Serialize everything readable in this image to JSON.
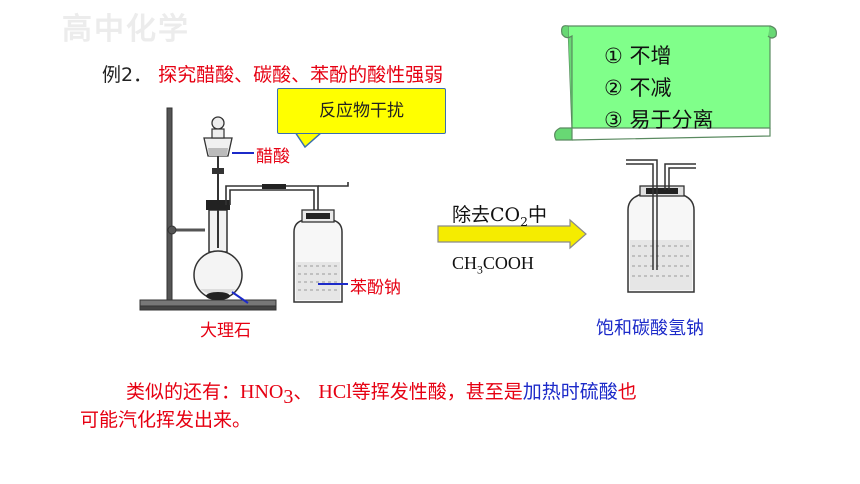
{
  "watermark": "高中化学",
  "example": {
    "number": "例2．",
    "title": "探究醋酸、碳酸、苯酚的酸性强弱"
  },
  "callout": {
    "text": "反应物干扰"
  },
  "scroll": {
    "line1": "① 不增",
    "line2": "② 不减",
    "line3": "③ 易于分离"
  },
  "apparatus": {
    "acetic_acid": "醋酸",
    "marble": "大理石",
    "phenolate": "苯酚钠"
  },
  "arrow": {
    "top_prefix": "除去CO",
    "top_sub": "2",
    "top_suffix": "中",
    "bottom_prefix": "CH",
    "bottom_sub": "3",
    "bottom_suffix": "COOH"
  },
  "wash_bottle_label": "饱和碳酸氢钠",
  "paragraph": {
    "part1": "类似的还有：",
    "hno_prefix": "HNO",
    "hno_sub": "3",
    "part2": "、 ",
    "hcl": "HCl",
    "part3": "等挥发性酸，甚至是",
    "blue_part": "加热时硫酸",
    "part4": "也",
    "line2": "可能汽化挥发出来。"
  },
  "colors": {
    "red": "#e60012",
    "blue": "#1c2ac9",
    "callout_fill": "#ffff00",
    "scroll_fill": "#80ff8a",
    "arrow_fill": "#f5ec00"
  }
}
